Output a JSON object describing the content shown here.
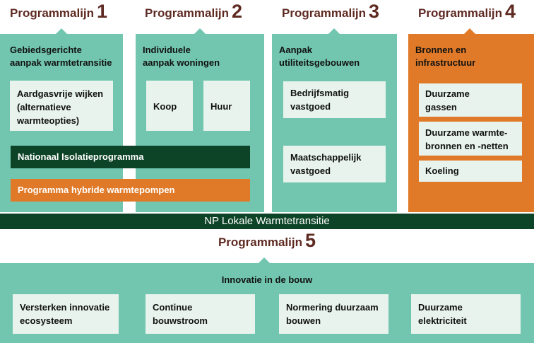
{
  "programmalijnen": [
    {
      "label": "Programmalijn",
      "number": "1"
    },
    {
      "label": "Programmalijn",
      "number": "2"
    },
    {
      "label": "Programmalijn",
      "number": "3"
    },
    {
      "label": "Programmalijn",
      "number": "4"
    }
  ],
  "col1": {
    "title": [
      "Gebiedsgerichte",
      "aanpak warmtetransitie"
    ],
    "card": [
      "Aardgasvrije wijken",
      "(alternatieve",
      "warmteopties)"
    ]
  },
  "col2": {
    "title": [
      "Individuele",
      "aanpak woningen"
    ],
    "cards": [
      "Koop",
      "Huur"
    ]
  },
  "col3": {
    "title": [
      "Aanpak",
      "utiliteitsgebouwen"
    ],
    "cards": [
      [
        "Bedrijfsmatig",
        "vastgoed"
      ],
      [
        "Maatschappelijk",
        "vastgoed"
      ]
    ]
  },
  "col4": {
    "title": [
      "Bronnen en",
      "infrastructuur"
    ],
    "cards": [
      [
        "Duurzame",
        "gassen"
      ],
      [
        "Duurzame warmte-",
        "bronnen en -netten"
      ],
      [
        "Koeling"
      ]
    ]
  },
  "bars": {
    "isolatie": "Nationaal Isolatieprogramma",
    "hybride": "Programma hybride warmtepompen"
  },
  "np_band": "NP Lokale Warmtetransitie",
  "programmalijn5": {
    "label": "Programmalijn",
    "number": "5"
  },
  "bottom": {
    "title": "Innovatie in de bouw",
    "cards": [
      [
        "Versterken innovatie",
        "ecosysteem"
      ],
      [
        "Continue",
        "bouwstroom"
      ],
      [
        "Normering duurzaam",
        "bouwen"
      ],
      [
        "Duurzame",
        "elektriciteit"
      ]
    ]
  },
  "colors": {
    "teal": "#72c6b0",
    "orange": "#e07a28",
    "dark_green": "#0d4427",
    "card": "#e7f3ec",
    "heading": "#5e2a22"
  }
}
